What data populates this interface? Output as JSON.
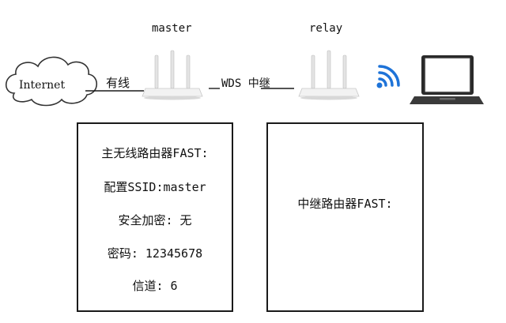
{
  "nodes": {
    "master_label": "master",
    "relay_label": "relay",
    "internet_label": "Internet"
  },
  "links": {
    "wired_label": "有线",
    "wds_label": "WDS 中继"
  },
  "master_config": {
    "title": "主无线路由器FAST:",
    "ssid": "配置SSID:master",
    "security": "安全加密: 无",
    "password": "密码: 12345678",
    "channel": "信道: 6"
  },
  "relay_config": {
    "title": "中继路由器FAST:"
  },
  "colors": {
    "wifi_accent": "#1e73d8",
    "router_body": "#f2f2f2",
    "line": "#1a1a1a"
  },
  "icons": [
    "cloud-icon",
    "router-icon",
    "wifi-icon",
    "laptop-icon"
  ]
}
